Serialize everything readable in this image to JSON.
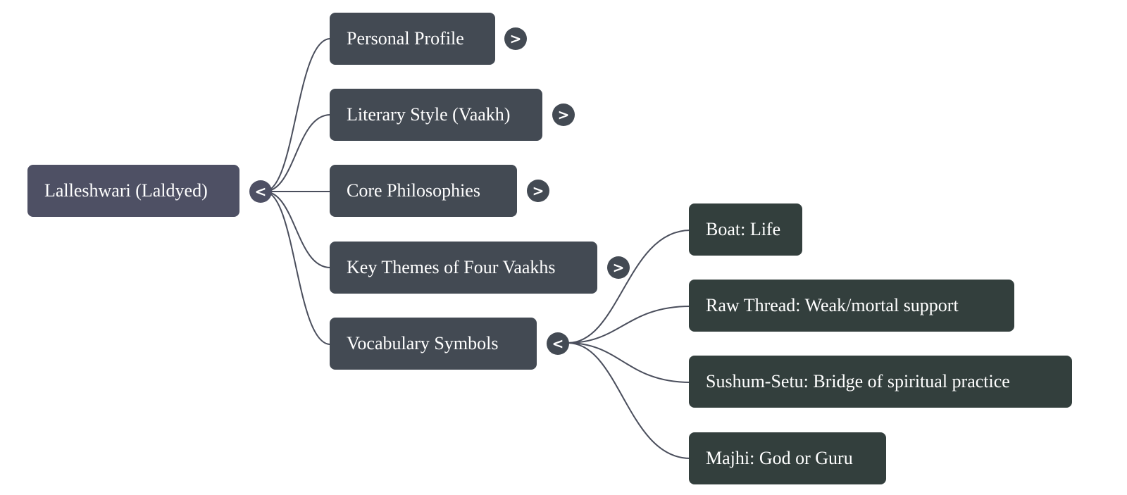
{
  "mindmap": {
    "root": {
      "label": "Lalleshwari (Laldyed)",
      "toggle": "<",
      "expanded": true
    },
    "branches": [
      {
        "label": "Personal Profile",
        "toggle": ">",
        "expanded": false
      },
      {
        "label": "Literary Style (Vaakh)",
        "toggle": ">",
        "expanded": false
      },
      {
        "label": "Core Philosophies",
        "toggle": ">",
        "expanded": false
      },
      {
        "label": "Key Themes of Four Vaakhs",
        "toggle": ">",
        "expanded": false
      },
      {
        "label": "Vocabulary Symbols",
        "toggle": "<",
        "expanded": true,
        "children": [
          {
            "label": "Boat: Life"
          },
          {
            "label": "Raw Thread: Weak/mortal support"
          },
          {
            "label": "Sushum-Setu: Bridge of spiritual practice"
          },
          {
            "label": "Majhi: God or Guru"
          }
        ]
      }
    ],
    "colors": {
      "root": "#4e5064",
      "branch": "#434a53",
      "leaf": "#333f3d",
      "link": "#4a4e5c"
    }
  }
}
